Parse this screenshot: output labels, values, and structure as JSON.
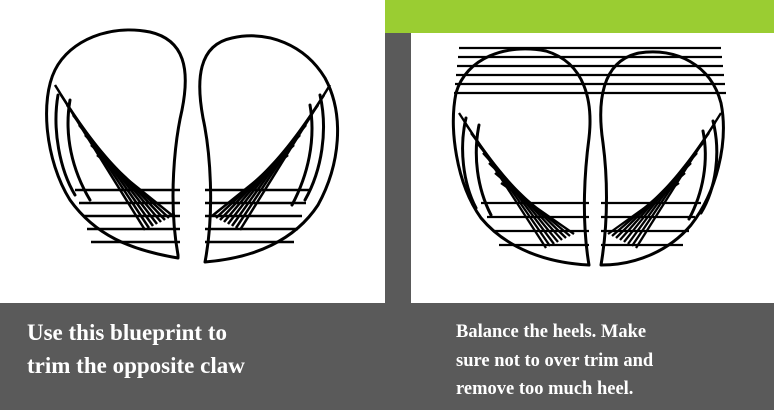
{
  "slide": {
    "background_color": "#5a5a5a",
    "accent_color": "#9acd32",
    "left_caption": {
      "line1": "Use this blueprint to",
      "line2": "trim the opposite claw"
    },
    "right_caption": {
      "line1": "Balance the heels. Make",
      "line2": "sure not to over trim and",
      "line3": "remove too much heel."
    }
  },
  "images": {
    "left": "hoof claw trimming blueprint sketch",
    "right": "hoof heel balance sketch"
  }
}
